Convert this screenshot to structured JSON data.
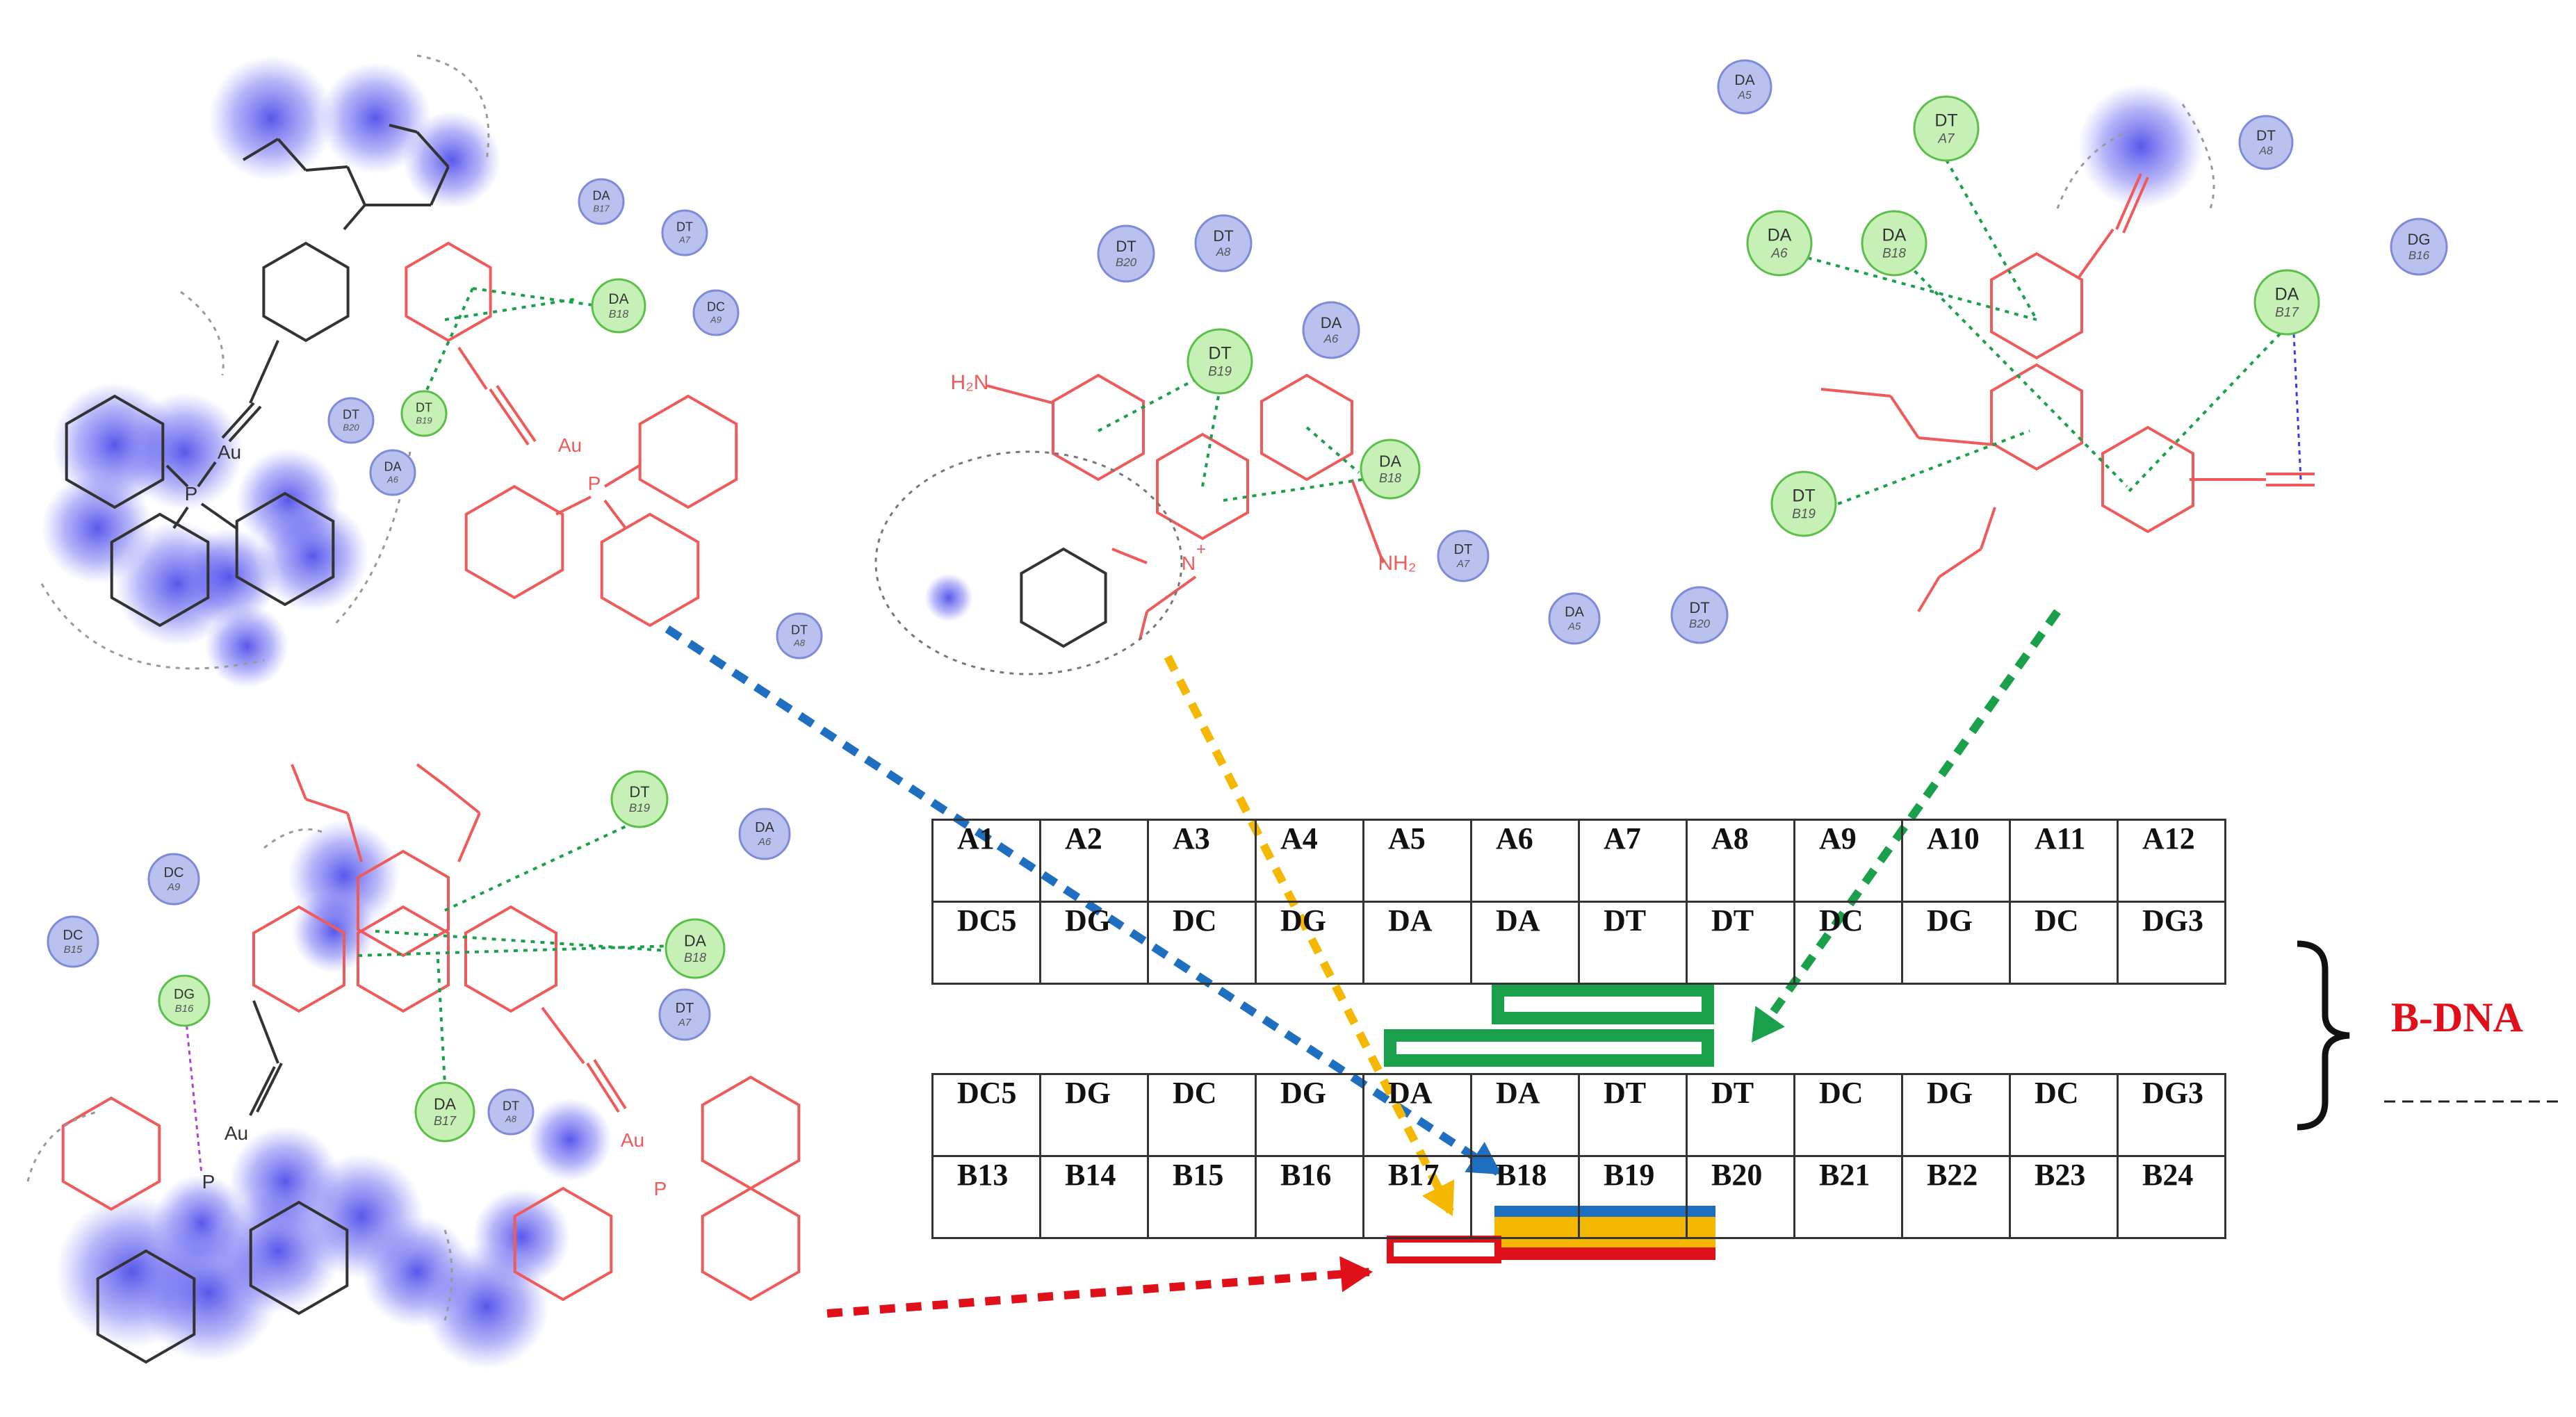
{
  "nucleotide_table": {
    "rows": [
      [
        "A1",
        "A2",
        "A3",
        "A4",
        "A5",
        "A6",
        "A7",
        "A8",
        "A9",
        "A10",
        "A11",
        "A12"
      ],
      [
        "DC5",
        "DG",
        "DC",
        "DG",
        "DA",
        "DA",
        "DT",
        "DT",
        "DC",
        "DG",
        "DC",
        "DG3"
      ],
      [
        "DC5",
        "DG",
        "DC",
        "DG",
        "DA",
        "DA",
        "DT",
        "DT",
        "DC",
        "DG",
        "DC",
        "DG3"
      ],
      [
        "B13",
        "B14",
        "B15",
        "B16",
        "B17",
        "B18",
        "B19",
        "B20",
        "B21",
        "B22",
        "B23",
        "B24"
      ]
    ]
  },
  "brace_label": "B-DNA",
  "chem_labels": {
    "au": "Au",
    "p": "P",
    "nh2_left": "H₂N",
    "nh2_right": "NH₂",
    "n_plus": "N",
    "plus": "+"
  },
  "residues": {
    "tl": [
      {
        "name": "DA",
        "num": "B17",
        "type": "blue"
      },
      {
        "name": "DT",
        "num": "A7",
        "type": "blue"
      },
      {
        "name": "DC",
        "num": "A9",
        "type": "blue"
      },
      {
        "name": "DA",
        "num": "B18",
        "type": "green"
      },
      {
        "name": "DT",
        "num": "B19",
        "type": "green"
      },
      {
        "name": "DT",
        "num": "B20",
        "type": "blue"
      },
      {
        "name": "DA",
        "num": "A6",
        "type": "blue"
      }
    ],
    "tm": [
      {
        "name": "DT",
        "num": "B20",
        "type": "blue"
      },
      {
        "name": "DT",
        "num": "A8",
        "type": "blue"
      },
      {
        "name": "DT",
        "num": "B19",
        "type": "green"
      },
      {
        "name": "DA",
        "num": "A6",
        "type": "blue"
      },
      {
        "name": "DA",
        "num": "B18",
        "type": "green"
      },
      {
        "name": "DT",
        "num": "A7",
        "type": "blue"
      },
      {
        "name": "DA",
        "num": "A5",
        "type": "blue"
      },
      {
        "name": "DT",
        "num": "B20",
        "type": "blue"
      },
      {
        "name": "DT",
        "num": "A8",
        "type": "blue"
      }
    ],
    "tr": [
      {
        "name": "DA",
        "num": "A5",
        "type": "blue"
      },
      {
        "name": "DT",
        "num": "A7",
        "type": "green"
      },
      {
        "name": "DT",
        "num": "A8",
        "type": "blue"
      },
      {
        "name": "DA",
        "num": "A6",
        "type": "green"
      },
      {
        "name": "DA",
        "num": "B18",
        "type": "green"
      },
      {
        "name": "DG",
        "num": "B16",
        "type": "blue"
      },
      {
        "name": "DA",
        "num": "B17",
        "type": "green"
      },
      {
        "name": "DT",
        "num": "B19",
        "type": "green"
      }
    ],
    "bl": [
      {
        "name": "DT",
        "num": "B19",
        "type": "green"
      },
      {
        "name": "DA",
        "num": "A6",
        "type": "blue"
      },
      {
        "name": "DC",
        "num": "A9",
        "type": "blue"
      },
      {
        "name": "DC",
        "num": "B15",
        "type": "blue"
      },
      {
        "name": "DG",
        "num": "B16",
        "type": "green"
      },
      {
        "name": "DA",
        "num": "B18",
        "type": "green"
      },
      {
        "name": "DT",
        "num": "A7",
        "type": "blue"
      },
      {
        "name": "DA",
        "num": "B17",
        "type": "green"
      },
      {
        "name": "DT",
        "num": "A8",
        "type": "blue"
      }
    ]
  },
  "colors": {
    "blue_arrow": "#1f6fc0",
    "orange_arrow": "#f5b800",
    "green_arrow": "#1aa04a",
    "red_arrow": "#e0101a",
    "ligand_red": "#ef5a5a",
    "residue_blue": "#b9c2ee",
    "residue_green": "#c6f0b6"
  }
}
